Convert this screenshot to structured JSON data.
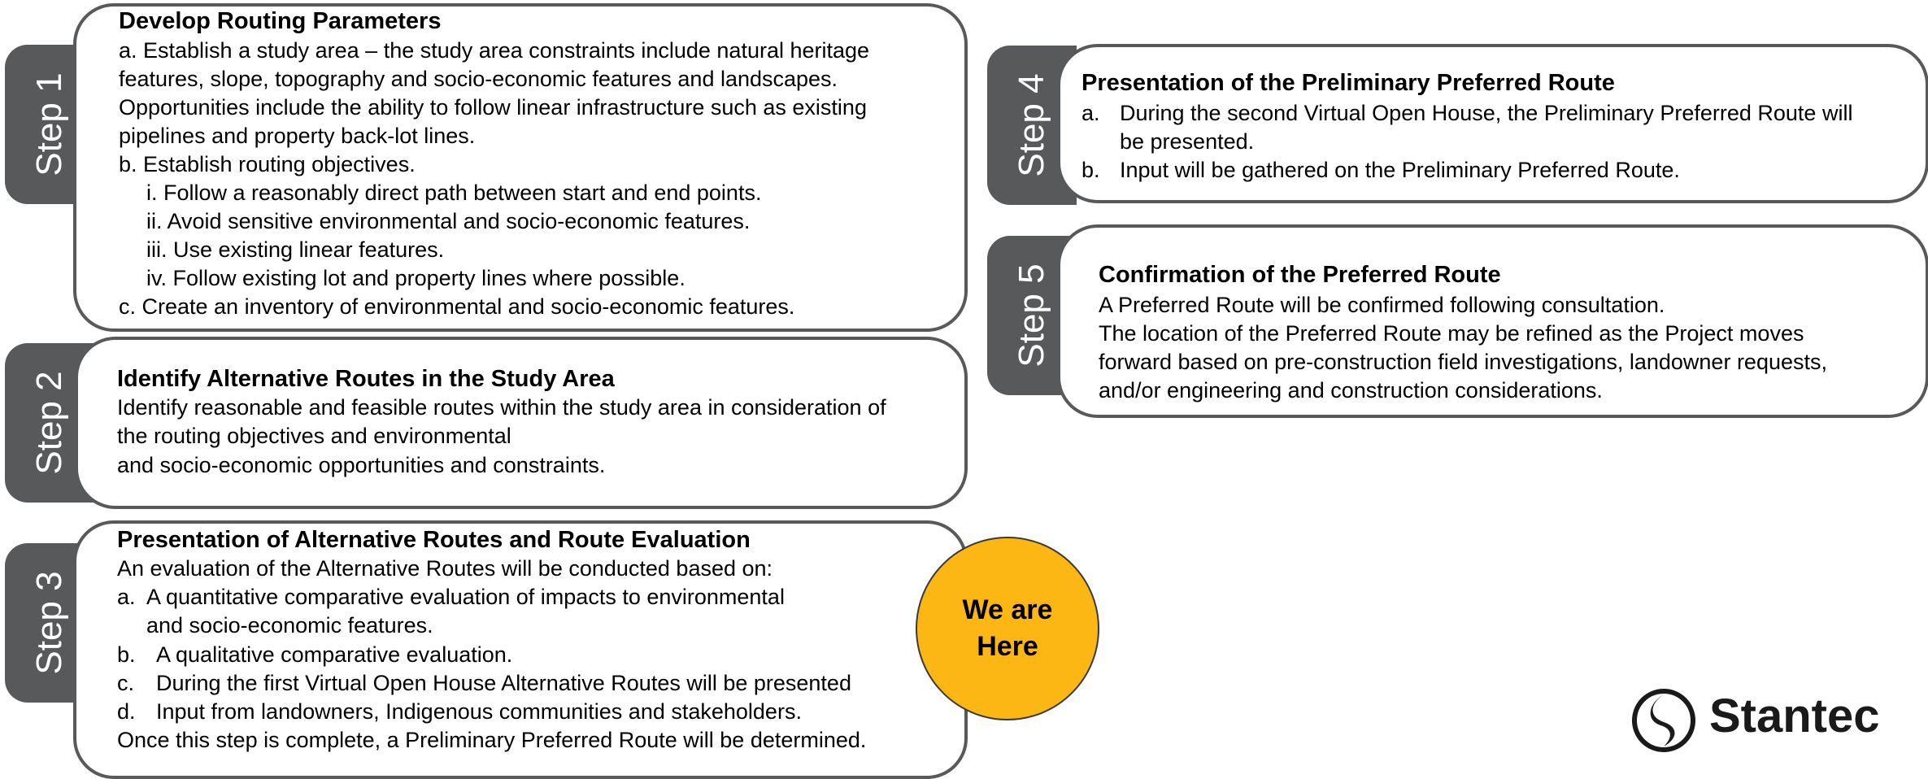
{
  "steps": [
    {
      "tab": "Step 1",
      "title": "Develop Routing Parameters",
      "lines": [
        "a. Establish a study area – the study area constraints include natural heritage",
        "features, slope, topography and socio-economic features and landscapes.",
        "Opportunities include the ability to follow linear infrastructure such as existing",
        "pipelines and property back-lot lines.",
        "b. Establish routing objectives.",
        "i. Follow a reasonably direct path between start and end points.",
        "ii. Avoid sensitive environmental and socio-economic features.",
        "iii. Use existing linear features.",
        "iv. Follow existing lot and property lines where possible.",
        "c. Create an inventory of environmental and socio-economic features."
      ]
    },
    {
      "tab": "Step 2",
      "title": "Identify Alternative Routes in the Study Area",
      "lines": [
        "Identify reasonable and feasible routes within the study area in consideration of",
        "the routing objectives and environmental",
        "and socio-economic opportunities and constraints."
      ]
    },
    {
      "tab": "Step 3",
      "title": "Presentation of Alternative Routes and Route Evaluation",
      "intro": "An evaluation of the Alternative Routes will be conducted based on:",
      "items": [
        {
          "marker": "a.",
          "text": "A quantitative comparative evaluation of impacts to environmental",
          "cont": "and socio-economic features."
        },
        {
          "marker": "b.",
          "text": "A qualitative comparative evaluation."
        },
        {
          "marker": "c.",
          "text": "During the first Virtual Open House Alternative Routes will be presented"
        },
        {
          "marker": "d.",
          "text": "Input from landowners, Indigenous communities and stakeholders."
        }
      ],
      "outro": "Once this step is complete, a Preliminary Preferred Route will be determined."
    },
    {
      "tab": "Step 4",
      "title": "Presentation of the Preliminary Preferred Route",
      "items": [
        {
          "marker": "a.",
          "text": "During the second Virtual Open House, the Preliminary Preferred Route will",
          "cont": "be presented."
        },
        {
          "marker": "b.",
          "text": "Input will be gathered on the Preliminary Preferred Route."
        }
      ]
    },
    {
      "tab": "Step 5",
      "title": "Confirmation of the Preferred Route",
      "lines": [
        "A Preferred Route will be confirmed following consultation.",
        "The location of the Preferred Route may be refined as the Project moves",
        "forward based on pre-construction field investigations, landowner requests,",
        "and/or engineering and construction considerations."
      ]
    }
  ],
  "callout": {
    "text": "We are Here",
    "color": "#fdb714"
  },
  "logo": {
    "text": "Stantec",
    "icon": "stantec-logo-icon"
  },
  "colors": {
    "tab": "#58595b",
    "border": "#58595b"
  }
}
